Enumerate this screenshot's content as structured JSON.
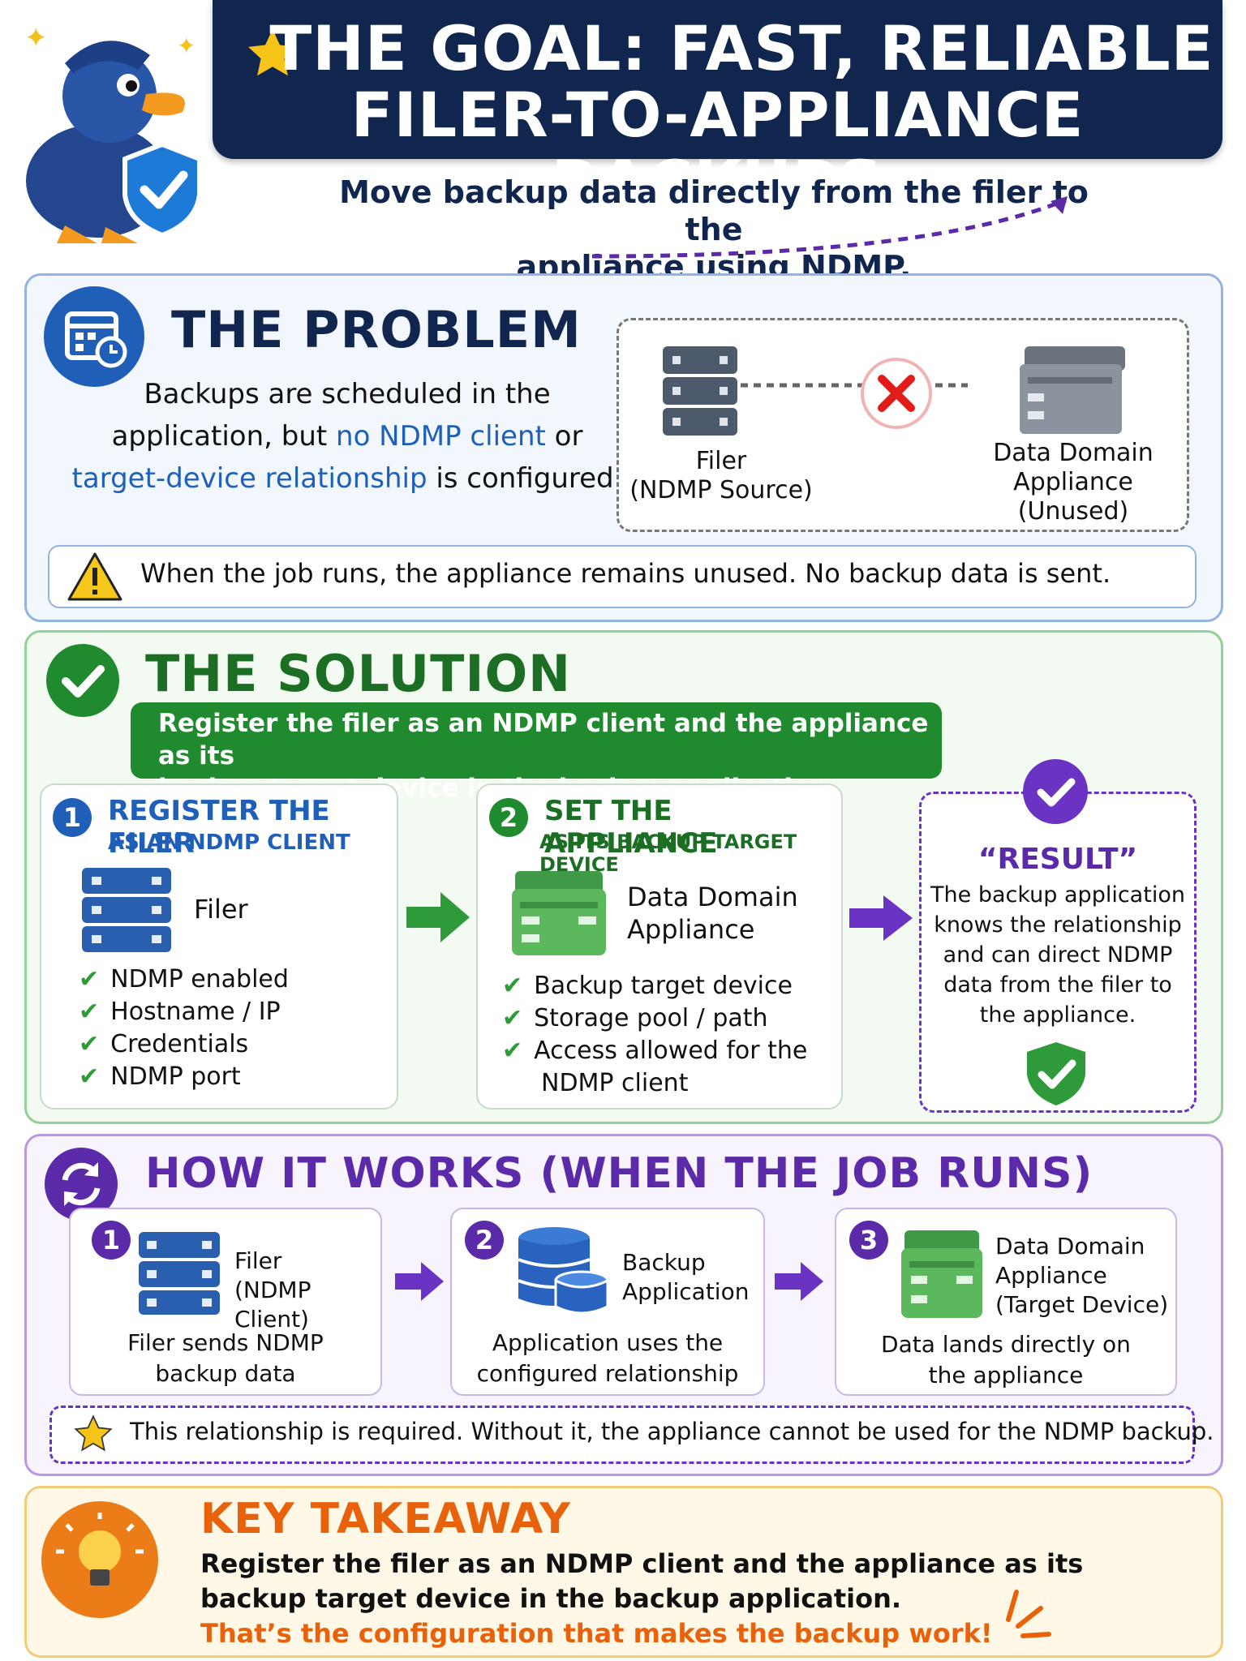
{
  "header": {
    "title_line1": "THE GOAL: FAST, RELIABLE",
    "title_line2": "FILER-TO-APPLIANCE BACKUPS",
    "subtitle_line1": "Move backup data directly from the filer to the",
    "subtitle_line2": "appliance using NDMP."
  },
  "problem": {
    "title": "THE PROBLEM",
    "text_line1": "Backups are scheduled in the",
    "text_line2_a": "application, but ",
    "text_line2_b": "no NDMP client",
    "text_line2_c": " or",
    "text_line3_a": "target-device relationship",
    "text_line3_b": " is configured.",
    "filer_label": "Filer",
    "filer_sub": "(NDMP Source)",
    "appliance_label1": "Data Domain",
    "appliance_label2": "Appliance",
    "appliance_sub": "(Unused)",
    "warning": "When the job runs, the appliance remains unused. No backup data is sent."
  },
  "solution": {
    "title": "THE SOLUTION",
    "banner_line1": "Register the filer as an NDMP client and the appliance as its",
    "banner_line2": "backup target device in the backup application.",
    "step1": {
      "num": "1",
      "title": "REGISTER THE FILER",
      "subtitle": "AS AN NDMP CLIENT",
      "device": "Filer",
      "items": [
        "NDMP enabled",
        "Hostname / IP",
        "Credentials",
        "NDMP port"
      ]
    },
    "step2": {
      "num": "2",
      "title": "SET THE APPLIANCE",
      "subtitle": "AS ITS BACKUP TARGET DEVICE",
      "device_line1": "Data Domain",
      "device_line2": "Appliance",
      "items": [
        "Backup target device",
        "Storage pool / path",
        "Access allowed for the"
      ],
      "item3_cont": "NDMP client"
    },
    "result": {
      "title": "“RESULT”",
      "lines": [
        "The backup application",
        "knows the relationship",
        "and can direct NDMP",
        "data from the filer to",
        "the appliance."
      ]
    }
  },
  "how": {
    "title": "HOW IT WORKS (WHEN THE JOB RUNS)",
    "steps": [
      {
        "num": "1",
        "label1": "Filer",
        "label2": "(NDMP Client)",
        "desc1": "Filer sends NDMP",
        "desc2": "backup data"
      },
      {
        "num": "2",
        "label1": "Backup",
        "label2": "Application",
        "desc1": "Application uses the",
        "desc2": "configured relationship"
      },
      {
        "num": "3",
        "label1": "Data Domain",
        "label2": "Appliance",
        "label3": "(Target Device)",
        "desc1": "Data lands directly on",
        "desc2": "the appliance"
      }
    ],
    "note": "This relationship is required. Without it, the appliance cannot be used for the NDMP backup."
  },
  "takeaway": {
    "title": "KEY TAKEAWAY",
    "line1": "Register the filer as an NDMP client and the appliance as its",
    "line2": "backup target device in the backup application.",
    "line3": "That’s the configuration that makes the backup work!"
  },
  "colors": {
    "navy": "#10264f",
    "blue": "#1f5fb8",
    "green": "#1f8a2e",
    "purple": "#5a2aa8",
    "orange": "#e8620c"
  }
}
